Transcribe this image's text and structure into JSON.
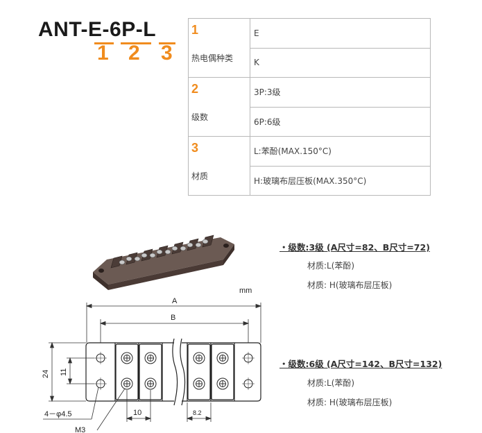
{
  "model": {
    "prefix": "ANT-",
    "part1": "E",
    "sep1": "-",
    "part2": "6P",
    "sep2": "-",
    "part3": "L",
    "n1": "1",
    "n2": "2",
    "n3": "3"
  },
  "spec_table": [
    {
      "no": "1",
      "label": "热电偶种类",
      "values": [
        "E",
        "K"
      ]
    },
    {
      "no": "2",
      "label": "级数",
      "values": [
        "3P:3级",
        "6P:6级"
      ]
    },
    {
      "no": "3",
      "label": "材质",
      "values": [
        "L:苯酚(MAX.150°C)",
        "H:玻璃布层压板(MAX.350°C)"
      ]
    }
  ],
  "spec_3p": {
    "title": "・级数:3级 (A尺寸=82、B尺寸=72)",
    "line1": "材质:L(苯酚)",
    "line2": "材质: H(玻璃布层压板)"
  },
  "spec_6p": {
    "title": "・级数:6级 (A尺寸=142、B尺寸=132)",
    "line1": "材质:L(苯酚)",
    "line2": "材质: H(玻璃布层压板)"
  },
  "drawing": {
    "unit": "mm",
    "dim_A": "A",
    "dim_B": "B",
    "dim_24": "24",
    "dim_11": "11",
    "hole_note": "4－φ4.5",
    "screw_note": "M3",
    "pitch1": "10",
    "pitch2": "8.2"
  },
  "colors": {
    "accent": "#f08c1e",
    "board": "#5a4a44",
    "grid": "#b8b8b8"
  }
}
